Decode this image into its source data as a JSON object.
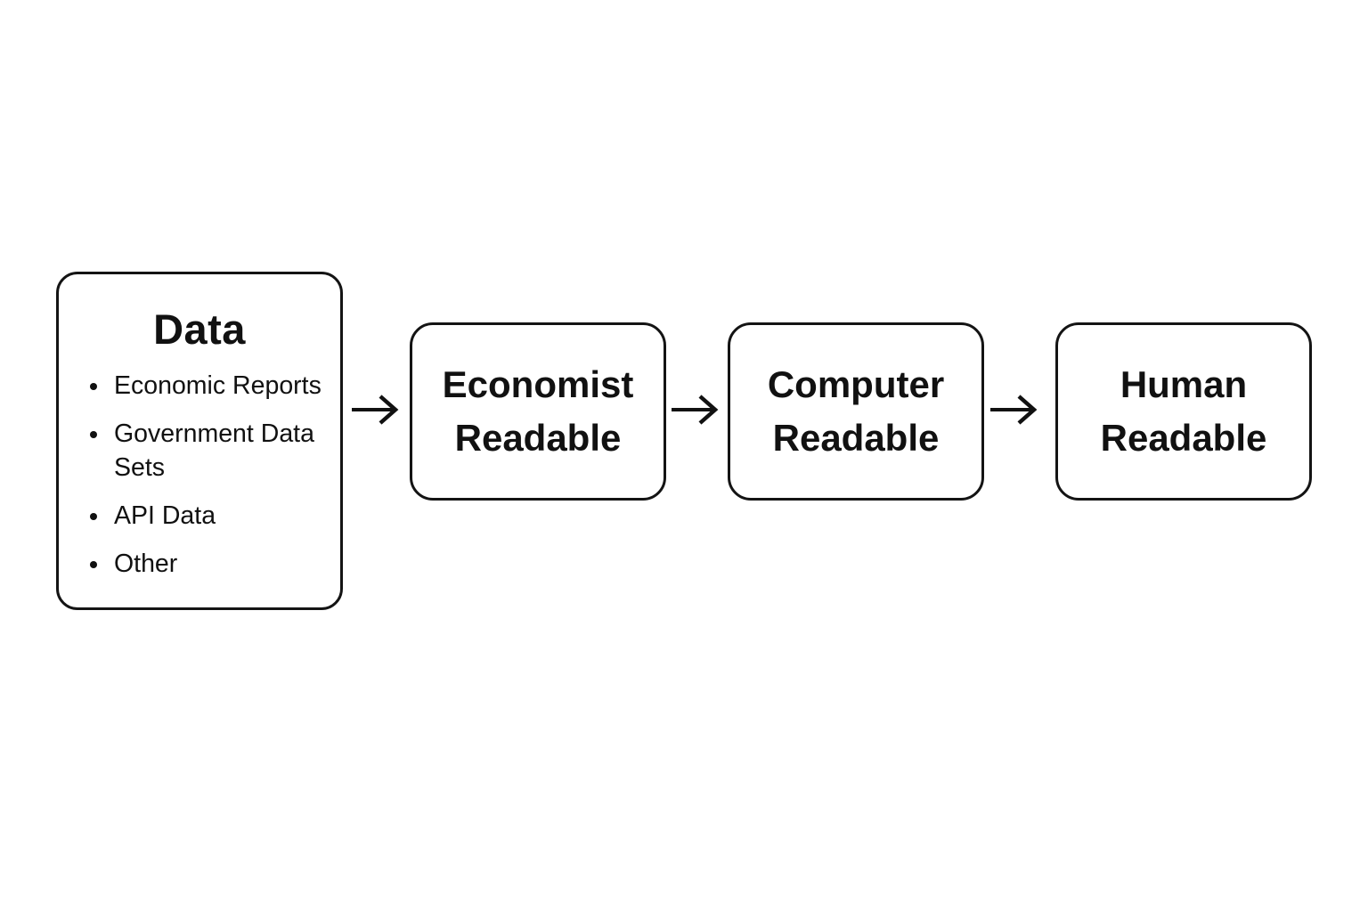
{
  "diagram": {
    "source_box": {
      "title": "Data",
      "items": [
        "Economic Reports",
        "Government Data Sets",
        "API Data",
        "Other"
      ]
    },
    "stages": [
      {
        "label": "Economist Readable"
      },
      {
        "label": "Computer Readable"
      },
      {
        "label": "Human Readable"
      }
    ],
    "colors": {
      "background": "#ffffff",
      "border": "#141414",
      "text": "#111111",
      "arrow": "#111111"
    }
  }
}
